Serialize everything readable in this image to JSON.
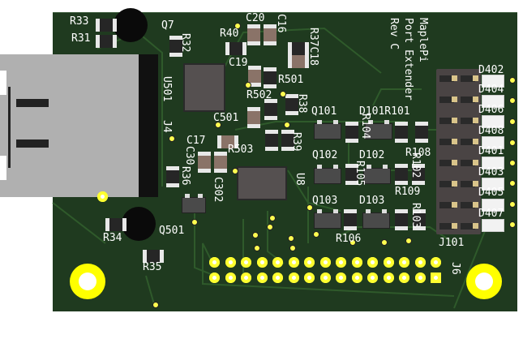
{
  "board": {
    "title_lines": [
      "MaplePi",
      "Port Extender",
      "Rev C"
    ],
    "colors": {
      "solder_mask": "#1f3a1f",
      "trace": "#2f5a2b",
      "pad": "#ffff30",
      "silkscreen": "#ffffff"
    }
  },
  "labels": {
    "R33": "R33",
    "R31": "R31",
    "Q7": "Q7",
    "R32": "R32",
    "R40": "R40",
    "C20": "C20",
    "C16": "C16",
    "R37C18": "R37C18",
    "C19": "C19",
    "R501": "R501",
    "U501": "U501",
    "R502": "R502",
    "R38": "R38",
    "C501": "C501",
    "J4": "J4",
    "R39": "R39",
    "C17": "C17",
    "C30x": "C30",
    "R503": "R503",
    "R36": "R36",
    "C302": "C302",
    "U8": "U8",
    "Q101": "Q101",
    "D101R101": "D101R101",
    "R104": "R104",
    "Q102": "Q102",
    "D102": "D102",
    "R108": "R108",
    "R102": "R102",
    "R105": "R105",
    "R109": "R109",
    "Q103": "Q103",
    "D103": "D103",
    "R103": "R103",
    "R106": "R106",
    "R34": "R34",
    "Q501": "Q501",
    "R35": "R35",
    "J6": "J6",
    "J101": "J101",
    "D402": "D402",
    "D404": "D404",
    "D406": "D406",
    "D408": "D408",
    "D401": "D401",
    "D403": "D403",
    "D405": "D405",
    "D407": "D407"
  }
}
